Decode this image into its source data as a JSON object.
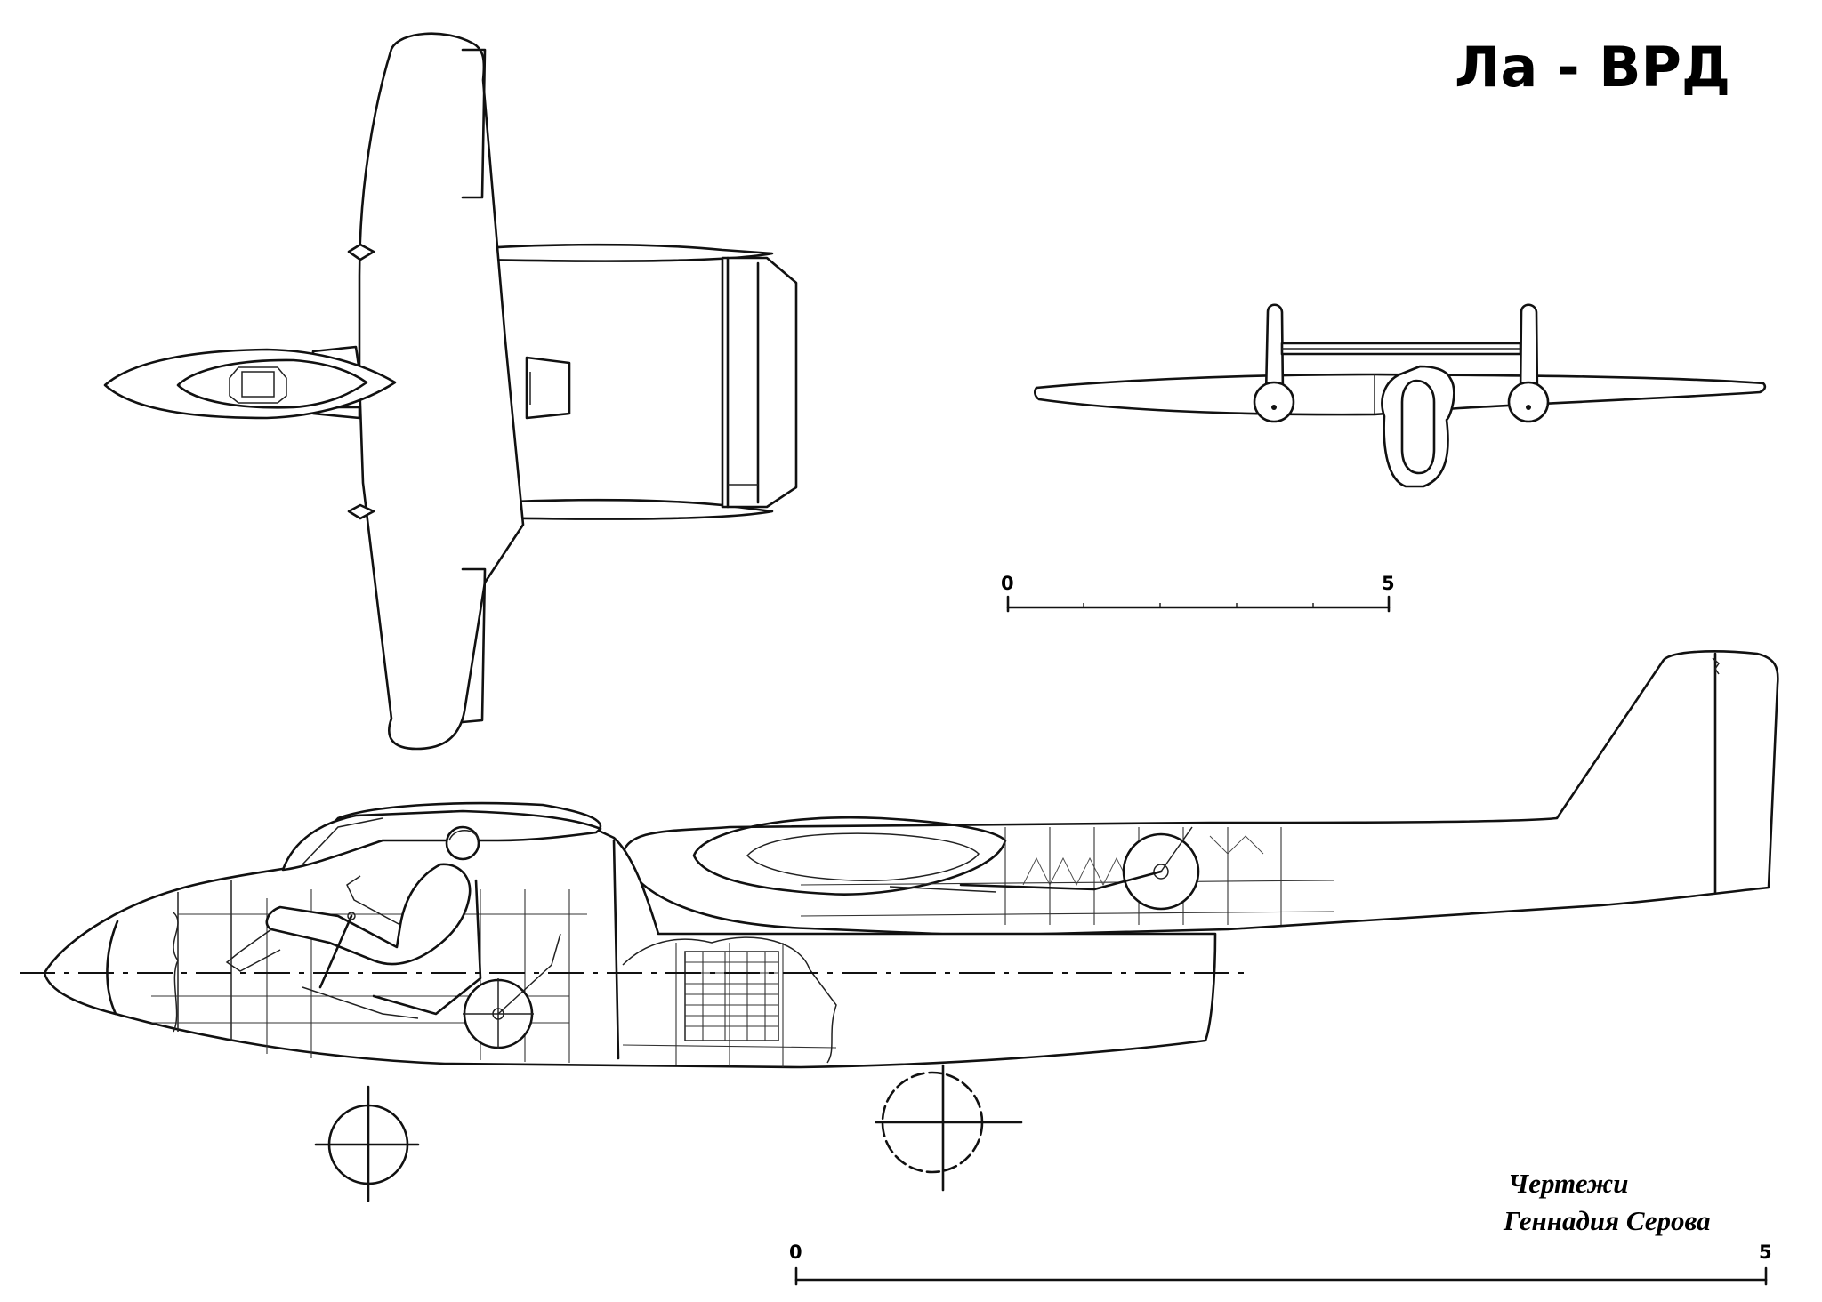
{
  "title": "Ла - ВРД",
  "credit": {
    "line1": "Чертежи",
    "line2": "Геннадия  Серова"
  },
  "scale_top": {
    "start": "0",
    "end": "5"
  },
  "scale_bottom": {
    "start": "0",
    "end": "5"
  }
}
